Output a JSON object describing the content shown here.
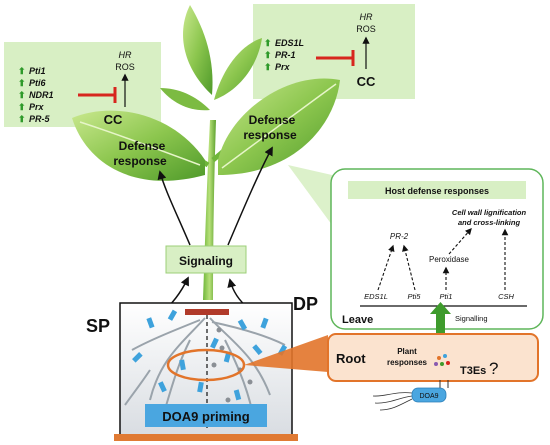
{
  "left_panel": {
    "genes": [
      "Pti1",
      "Pti6",
      "NDR1",
      "Prx",
      "PR-5"
    ],
    "hr": "HR",
    "ros": "ROS",
    "cc": "CC"
  },
  "right_panel": {
    "genes": [
      "EDS1L",
      "PR-1",
      "Prx"
    ],
    "hr": "HR",
    "ros": "ROS",
    "cc": "CC"
  },
  "leaf_labels": {
    "left_defense": "Defense",
    "left_response": "response",
    "right_defense": "Defense",
    "right_response": "response"
  },
  "signaling_box": "Signaling",
  "sp_label": "SP",
  "dp_label": "DP",
  "priming_label": "DOA9 priming",
  "host_panel": {
    "title": "Host defense responses",
    "cell_wall_1": "Cell wall lignification",
    "cell_wall_2": "and cross-linking",
    "pr2": "PR-2",
    "peroxidase": "Peroxidase",
    "genes": [
      "EDS1L",
      "Pti5",
      "Pti1",
      "CSH"
    ],
    "leave": "Leave",
    "signalling": "Signalling"
  },
  "root_panel": {
    "root": "Root",
    "plant_1": "Plant",
    "plant_2": "responses",
    "t3es": "T3Es",
    "question": "?",
    "doa9": "DOA9"
  },
  "colors": {
    "leaf_dark": "#4f9a2a",
    "leaf_light": "#b7dc7a",
    "panel_green": "#d8efc4",
    "red_inhibit": "#d7261e",
    "orange": "#e2742a",
    "root_fill": "#fbe3cf",
    "priming_blue": "#4aa6e0"
  }
}
